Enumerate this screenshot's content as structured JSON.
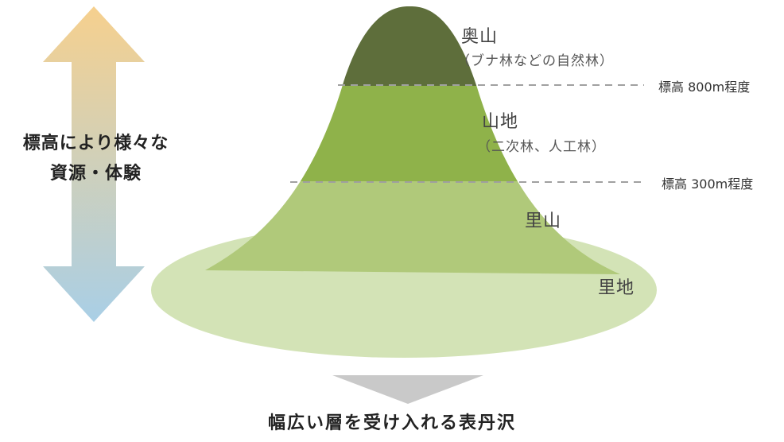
{
  "diagram": {
    "side_label": {
      "line1": "標高により様々な",
      "line2": "資源・体験"
    },
    "zones": [
      {
        "name": "奥山",
        "subtitle": "（ブナ林などの自然林）",
        "color": "#5e6e3b"
      },
      {
        "name": "山地",
        "subtitle": "（二次林、人工林）",
        "color": "#8fb24a"
      },
      {
        "name": "里山",
        "subtitle": "",
        "color": "#b0c97a"
      },
      {
        "name": "里地",
        "subtitle": "",
        "color": "#d3e3b6"
      }
    ],
    "elevations": [
      {
        "label": "標高 800m程度"
      },
      {
        "label": "標高 300m程度"
      }
    ],
    "caption": "幅広い層を受け入れる表丹沢",
    "colors": {
      "arrow_top": "#f6d08e",
      "arrow_bottom": "#a9cfe6",
      "down_arrow": "#c9c9c9",
      "dashed_line": "#a0a0a0"
    }
  }
}
